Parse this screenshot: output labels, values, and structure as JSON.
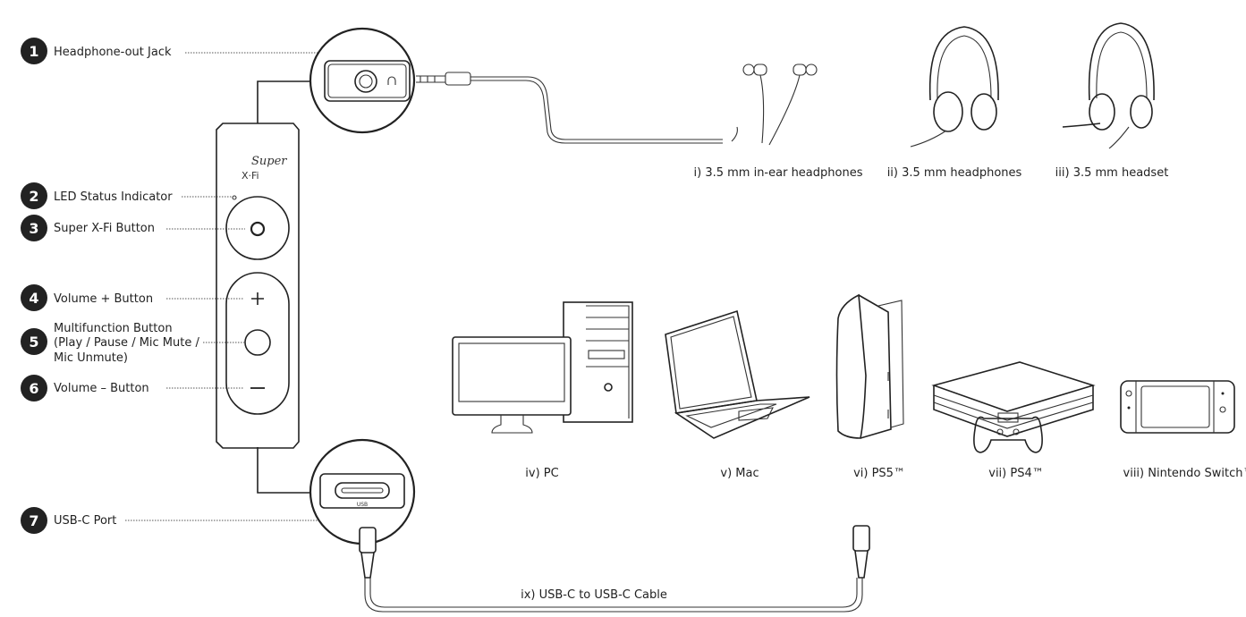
{
  "callouts": [
    {
      "number": "1",
      "label": "Headphone-out Jack"
    },
    {
      "number": "2",
      "label": "LED Status Indicator"
    },
    {
      "number": "3",
      "label": "Super X-Fi Button"
    },
    {
      "number": "4",
      "label": "Volume + Button"
    },
    {
      "number": "5",
      "label_lines": [
        "Multifunction Button",
        "(Play / Pause / Mic Mute /",
        "Mic Unmute)"
      ]
    },
    {
      "number": "6",
      "label": "Volume – Button"
    },
    {
      "number": "7",
      "label": "USB-C Port"
    }
  ],
  "device": {
    "logo_top": "Super",
    "logo_bottom": "X·Fi",
    "port_label": "USB"
  },
  "audio_devices": [
    {
      "label": "i) 3.5 mm in-ear headphones",
      "icon": "in-ear-headphones-icon"
    },
    {
      "label": "ii) 3.5 mm headphones",
      "icon": "headphones-icon"
    },
    {
      "label": "iii) 3.5 mm headset",
      "icon": "headset-icon"
    }
  ],
  "hosts": [
    {
      "label": "iv) PC",
      "icon": "pc-icon"
    },
    {
      "label": "v) Mac",
      "icon": "laptop-icon"
    },
    {
      "label": "vi) PS5™",
      "icon": "ps5-icon"
    },
    {
      "label": "vii) PS4™",
      "icon": "ps4-icon"
    },
    {
      "label": "viii) Nintendo Switch™",
      "icon": "nintendo-switch-icon"
    }
  ],
  "cable": {
    "label": "ix) USB-C to USB-C Cable"
  }
}
